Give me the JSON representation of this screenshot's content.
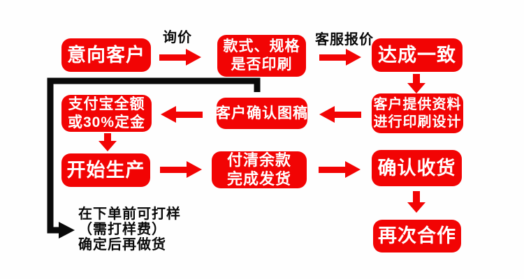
{
  "flowchart": {
    "colors": {
      "box_red": "#f20404",
      "box_text": "#ffffff",
      "arrow_red": "#f20404",
      "line_black": "#0a0a0a",
      "background": "#fefefe"
    },
    "nodes": {
      "intent_customer": {
        "lines": [
          "意向客户"
        ]
      },
      "style_spec": {
        "lines": [
          "款式、规格",
          "是否印刷"
        ]
      },
      "agreement": {
        "lines": [
          "达成一致"
        ]
      },
      "payment": {
        "lines": [
          "支付宝全额",
          "或30%定金"
        ]
      },
      "confirm_artwork": {
        "lines": [
          "客户确认图稿"
        ]
      },
      "provide_materials": {
        "lines": [
          "客户提供资料",
          "进行印刷设计"
        ]
      },
      "start_production": {
        "lines": [
          "开始生产"
        ]
      },
      "pay_balance": {
        "lines": [
          "付清余款",
          "完成发货"
        ]
      },
      "confirm_receipt": {
        "lines": [
          "确认收货"
        ]
      },
      "repeat_cooperation": {
        "lines": [
          "再次合作"
        ]
      }
    },
    "edge_labels": {
      "inquiry": "询价",
      "service_quote": "客服报价"
    },
    "note": {
      "lines": [
        "在下单前可打样",
        "（需打样费）",
        "确定后再做货"
      ]
    }
  }
}
